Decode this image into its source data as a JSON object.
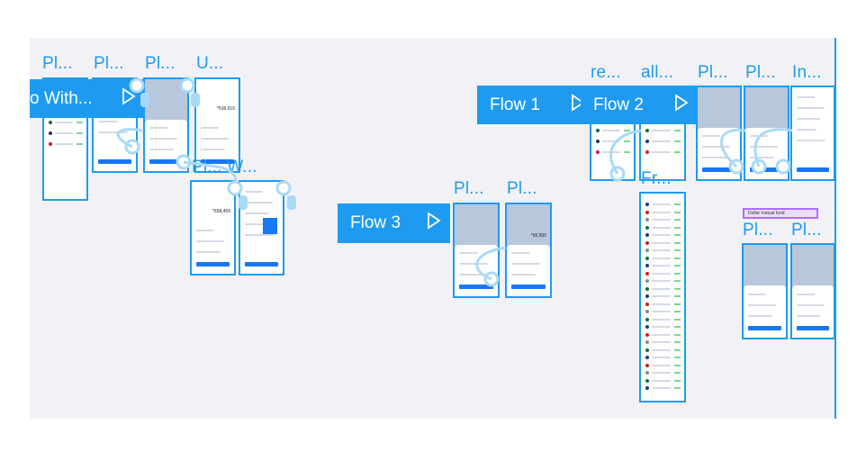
{
  "flows": [
    {
      "id": "flow-with",
      "label": "o With...",
      "icon": "play-icon"
    },
    {
      "id": "flow-1",
      "label": "Flow 1",
      "icon": "play-icon"
    },
    {
      "id": "flow-2",
      "label": "Flow 2",
      "icon": "play-icon"
    },
    {
      "id": "flow-3",
      "label": "Flow 3",
      "icon": "play-icon"
    }
  ],
  "frame_labels": [
    "Pl...",
    "Pl...",
    "Pl...",
    "U...",
    "Pl... W...",
    "Pl...",
    "Pl...",
    "re...",
    "all...",
    "Pl...",
    "Pl...",
    "In...",
    "Fr...",
    "Pl...",
    "Pl..."
  ],
  "frame_texts": {
    "u_amount": "*536,916",
    "w_amount": "*658,459",
    "p3_amount": "*65,000",
    "purple_tag": "Dollar mutual fund"
  },
  "colors": {
    "accent": "#1e9bf0",
    "canvas": "#f2f2f6",
    "connector": "#a9d9f7",
    "section": "#b36bff"
  }
}
